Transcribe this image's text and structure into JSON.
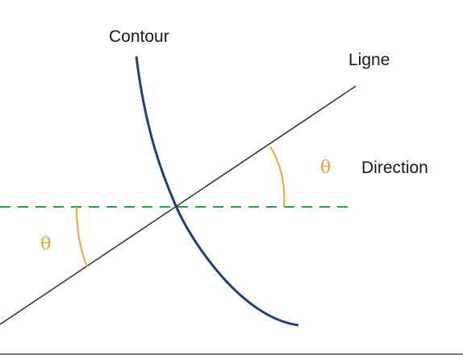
{
  "labels": {
    "contour": "Contour",
    "ligne": "Ligne",
    "direction": "Direction",
    "theta_right": "θ",
    "theta_left": "θ"
  },
  "colors": {
    "background": "#ffffff",
    "contour_curve": "#1f3f7a",
    "line": "#3a3a3a",
    "direction_dashed": "#2e9a4a",
    "angle_arc": "#f0a830",
    "theta_text": "#f0a030",
    "border": "#4a4a4a"
  }
}
